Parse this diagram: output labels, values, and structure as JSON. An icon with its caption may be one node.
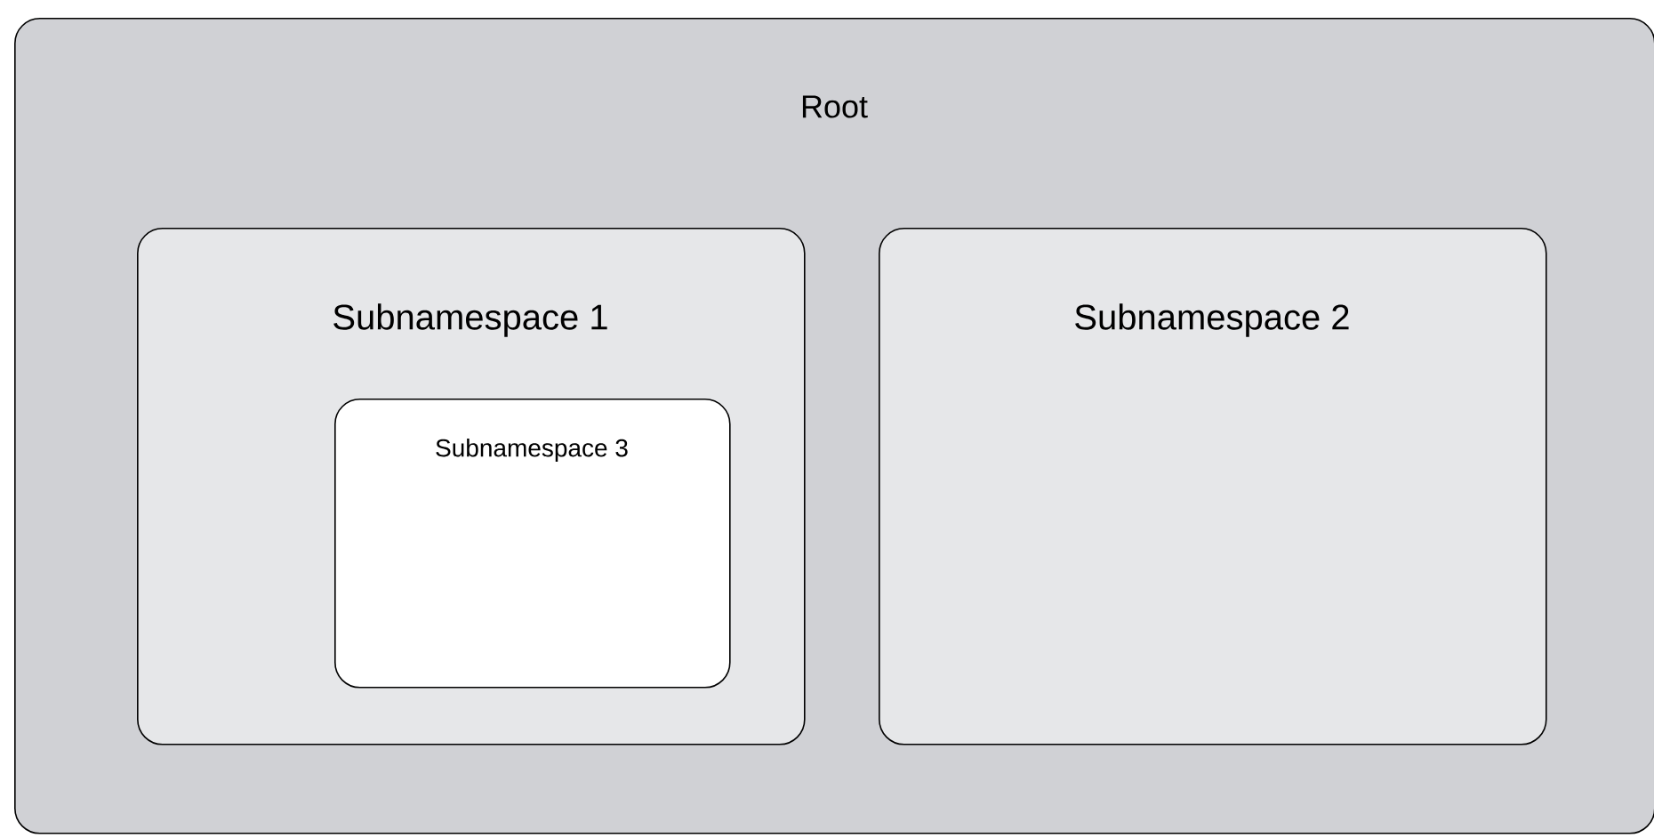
{
  "diagram": {
    "nodes": [
      {
        "text": [
          "Root"
        ]
      },
      {
        "text": [
          "Subnamespace 1"
        ],
        "in": 0
      },
      {
        "text": [
          "Subnamespace 2"
        ],
        "in": 0
      },
      {
        "text": [
          "Subnamespace 3"
        ],
        "in": 1
      }
    ]
  }
}
